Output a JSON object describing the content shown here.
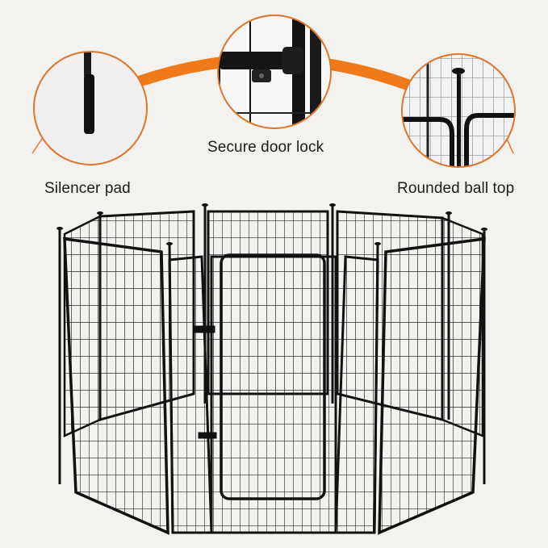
{
  "accent_color": "#f07a1a",
  "background_color": "#f4f2ee",
  "callouts": [
    {
      "id": "silencer-pad",
      "label": "Silencer pad"
    },
    {
      "id": "door-lock",
      "label": "Secure door lock"
    },
    {
      "id": "ball-top",
      "label": "Rounded ball top"
    }
  ],
  "product": {
    "type": "8-panel metal pet playpen with door",
    "panel_count": 8,
    "color": "#111111"
  }
}
